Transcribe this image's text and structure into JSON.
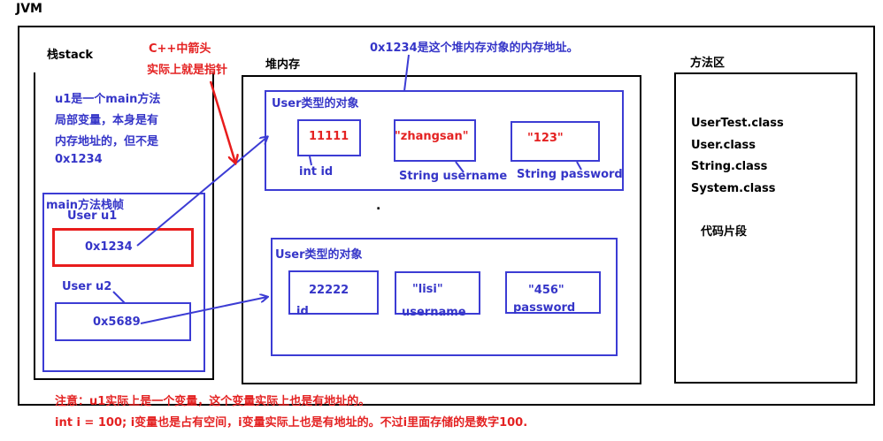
{
  "jvm_label": "JVM",
  "stack": {
    "title": "栈stack",
    "note_lines": [
      "u1是一个main方法",
      "局部变量，本身是有",
      "内存地址的，但不是",
      "0x1234"
    ],
    "frame_title": "main方法栈帧",
    "u1_label": "User u1",
    "u1_value": "0x1234",
    "u2_label": "User u2",
    "u2_value": "0x5689"
  },
  "cpp_note": [
    "C++中箭头",
    "实际上就是指针"
  ],
  "heap": {
    "title": "堆内存",
    "address_note": "0x1234是这个堆内存对象的内存地址。",
    "dot": ".",
    "object1": {
      "title": "User类型的对象",
      "id_value": "11111",
      "id_label": "int id",
      "username_value": "\"zhangsan\"",
      "username_label": "String username",
      "password_value": "\"123\"",
      "password_label": "String password"
    },
    "object2": {
      "title": "User类型的对象",
      "id_value": "22222",
      "id_label": "id",
      "username_value": "\"lisi\"",
      "username_label": "username",
      "password_value": "\"456\"",
      "password_label": "password"
    }
  },
  "method_area": {
    "title": "方法区",
    "classes": [
      "UserTest.class",
      "User.class",
      "String.class",
      "System.class"
    ],
    "code_segment": "代码片段"
  },
  "footer_notes": [
    "注意：u1实际上是一个变量，这个变量实际上也是有地址的。",
    "int i = 100; i变量也是占有空间，i变量实际上也是有地址的。不过i里面存储的是数字100."
  ],
  "colors": {
    "blue": "#3535c8",
    "red": "#e42222",
    "black": "#000000"
  }
}
